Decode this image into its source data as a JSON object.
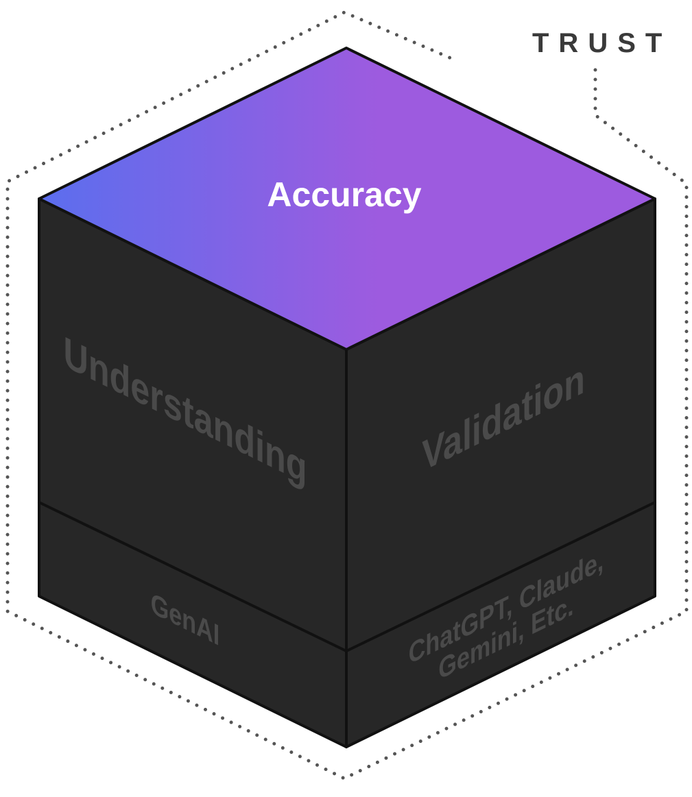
{
  "trust_label": "TRUST",
  "top_face": {
    "label": "Accuracy"
  },
  "left_face": {
    "upper_label": "Understanding",
    "lower_label": "GenAI"
  },
  "right_face": {
    "upper_label": "Validation",
    "lower_label_line1": "ChatGPT, Claude,",
    "lower_label_line2": "Gemini, Etc."
  },
  "colors": {
    "gradient_start": "#5B6EEE",
    "gradient_end": "#9D5BDF",
    "face_dark": "#272727",
    "edge": "#111111",
    "faded_text": "#4A4A4A",
    "trust_text": "#3A3A3A",
    "top_text": "#FFFFFF"
  }
}
